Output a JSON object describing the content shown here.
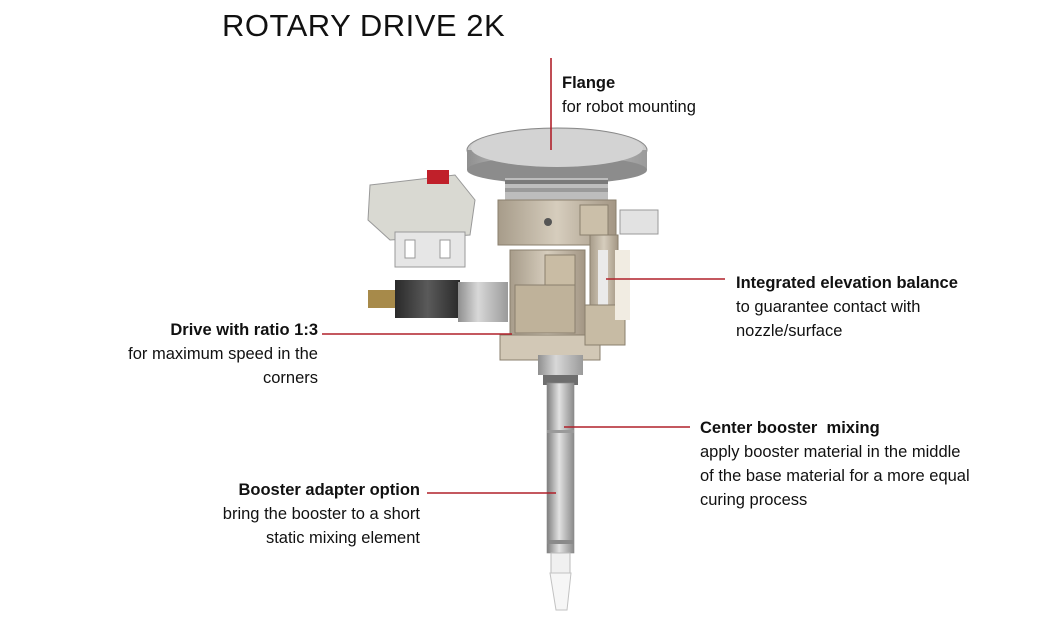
{
  "title": "ROTARY DRIVE 2K",
  "accent_color": "#b0202a",
  "callouts": {
    "flange": {
      "head": "Flange",
      "desc": [
        "for robot mounting"
      ]
    },
    "elevation": {
      "head": "Integrated elevation balance",
      "desc": [
        "to guarantee contact with",
        "nozzle/surface"
      ]
    },
    "drive": {
      "head": "Drive with ratio 1:3",
      "desc": [
        "for maximum speed in the",
        "corners"
      ]
    },
    "center": {
      "head": "Center booster  mixing",
      "desc": [
        "apply booster material in the middle",
        "of the base material for a more equal",
        "curing process"
      ]
    },
    "adapter": {
      "head": "Booster adapter option",
      "desc": [
        "bring the booster to a short",
        "static mixing element"
      ]
    }
  }
}
